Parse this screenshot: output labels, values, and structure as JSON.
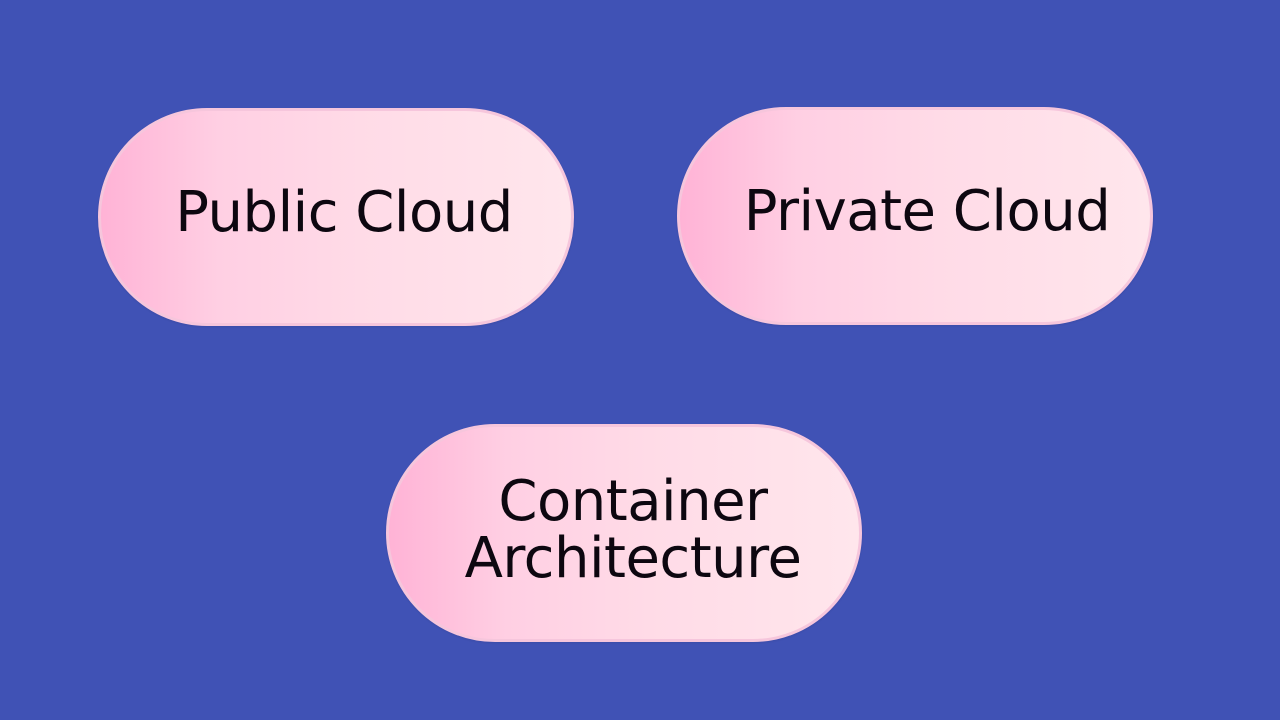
{
  "background_color": "#4052b5",
  "nodes": [
    {
      "id": "public",
      "label": "Public Cloud"
    },
    {
      "id": "private",
      "label": "Private Cloud"
    },
    {
      "id": "container",
      "label": "Container\nArchitecture"
    }
  ]
}
